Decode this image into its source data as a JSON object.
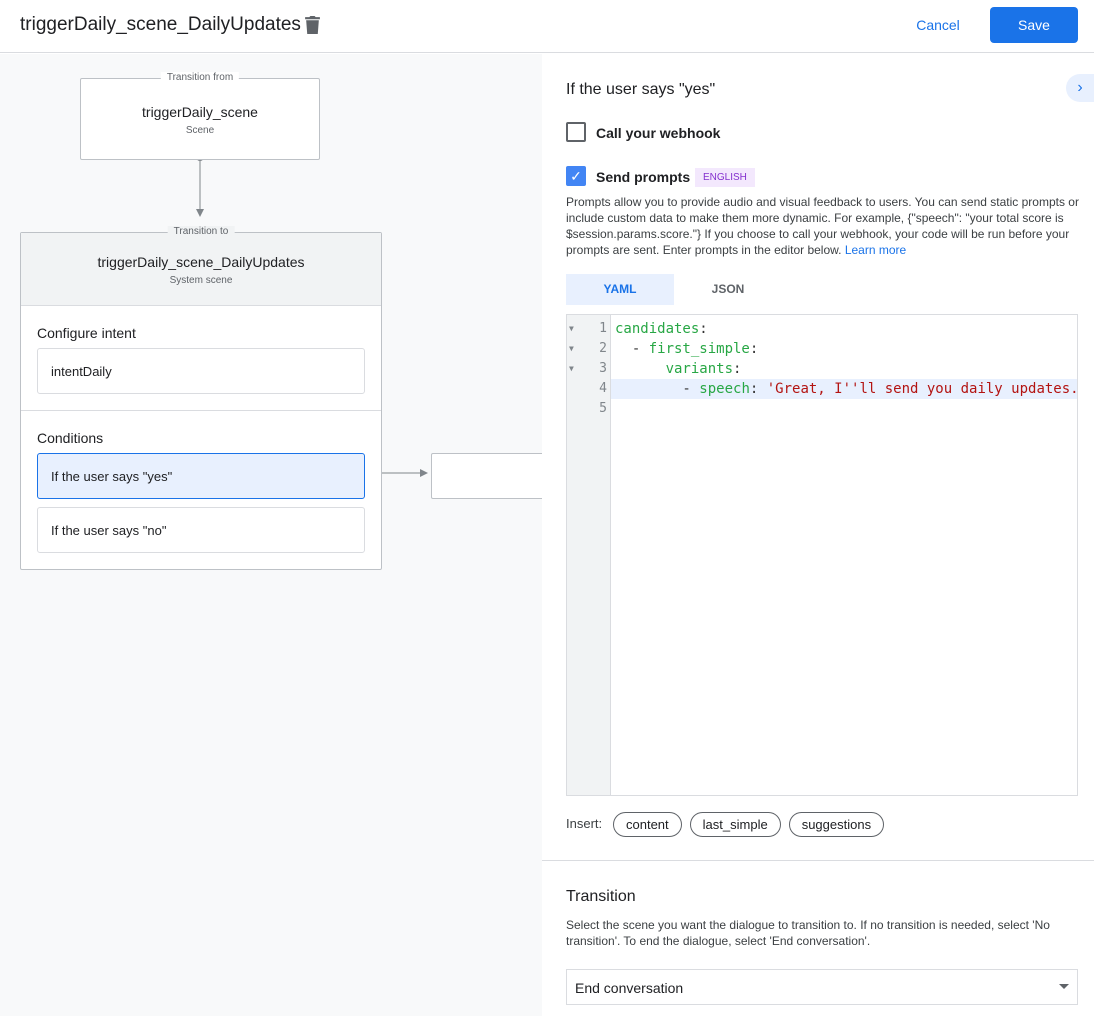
{
  "header": {
    "title": "triggerDaily_scene_DailyUpdates",
    "cancel": "Cancel",
    "save": "Save"
  },
  "canvas": {
    "from": {
      "label": "Transition from",
      "name": "triggerDaily_scene",
      "type": "Scene"
    },
    "to": {
      "label": "Transition to",
      "name": "triggerDaily_scene_DailyUpdates",
      "type": "System scene"
    },
    "intent_section": "Configure intent",
    "intent": "intentDaily",
    "conditions_section": "Conditions",
    "conditions": [
      "If the user says \"yes\"",
      "If the user says \"no\""
    ]
  },
  "panel": {
    "title": "If the user says \"yes\"",
    "webhook": {
      "label": "Call your webhook",
      "checked": false
    },
    "prompts": {
      "label": "Send prompts",
      "checked": true,
      "badge": "ENGLISH"
    },
    "description": "Prompts allow you to provide audio and visual feedback to users. You can send static prompts or include custom data to make them more dynamic. For example, {\"speech\": \"your total score is $session.params.score.\"} If you choose to call your webhook, your code will be run before your prompts are sent. Enter prompts in the editor below.",
    "learn_more": "Learn more",
    "tabs": [
      "YAML",
      "JSON"
    ],
    "active_tab": "YAML",
    "code": {
      "l1k": "candidates",
      "l2k": "first_simple",
      "l3k": "variants",
      "l4k": "speech",
      "l4v": "'Great, I''ll send you daily updates."
    },
    "insert_label": "Insert:",
    "chips": [
      "content",
      "last_simple",
      "suggestions"
    ],
    "transition": {
      "title": "Transition",
      "description": "Select the scene you want the dialogue to transition to. If no transition is needed, select 'No transition'. To end the dialogue, select 'End conversation'.",
      "value": "End conversation"
    }
  },
  "colors": {
    "accent": "#1a73e8",
    "badge": "#8430ce"
  }
}
